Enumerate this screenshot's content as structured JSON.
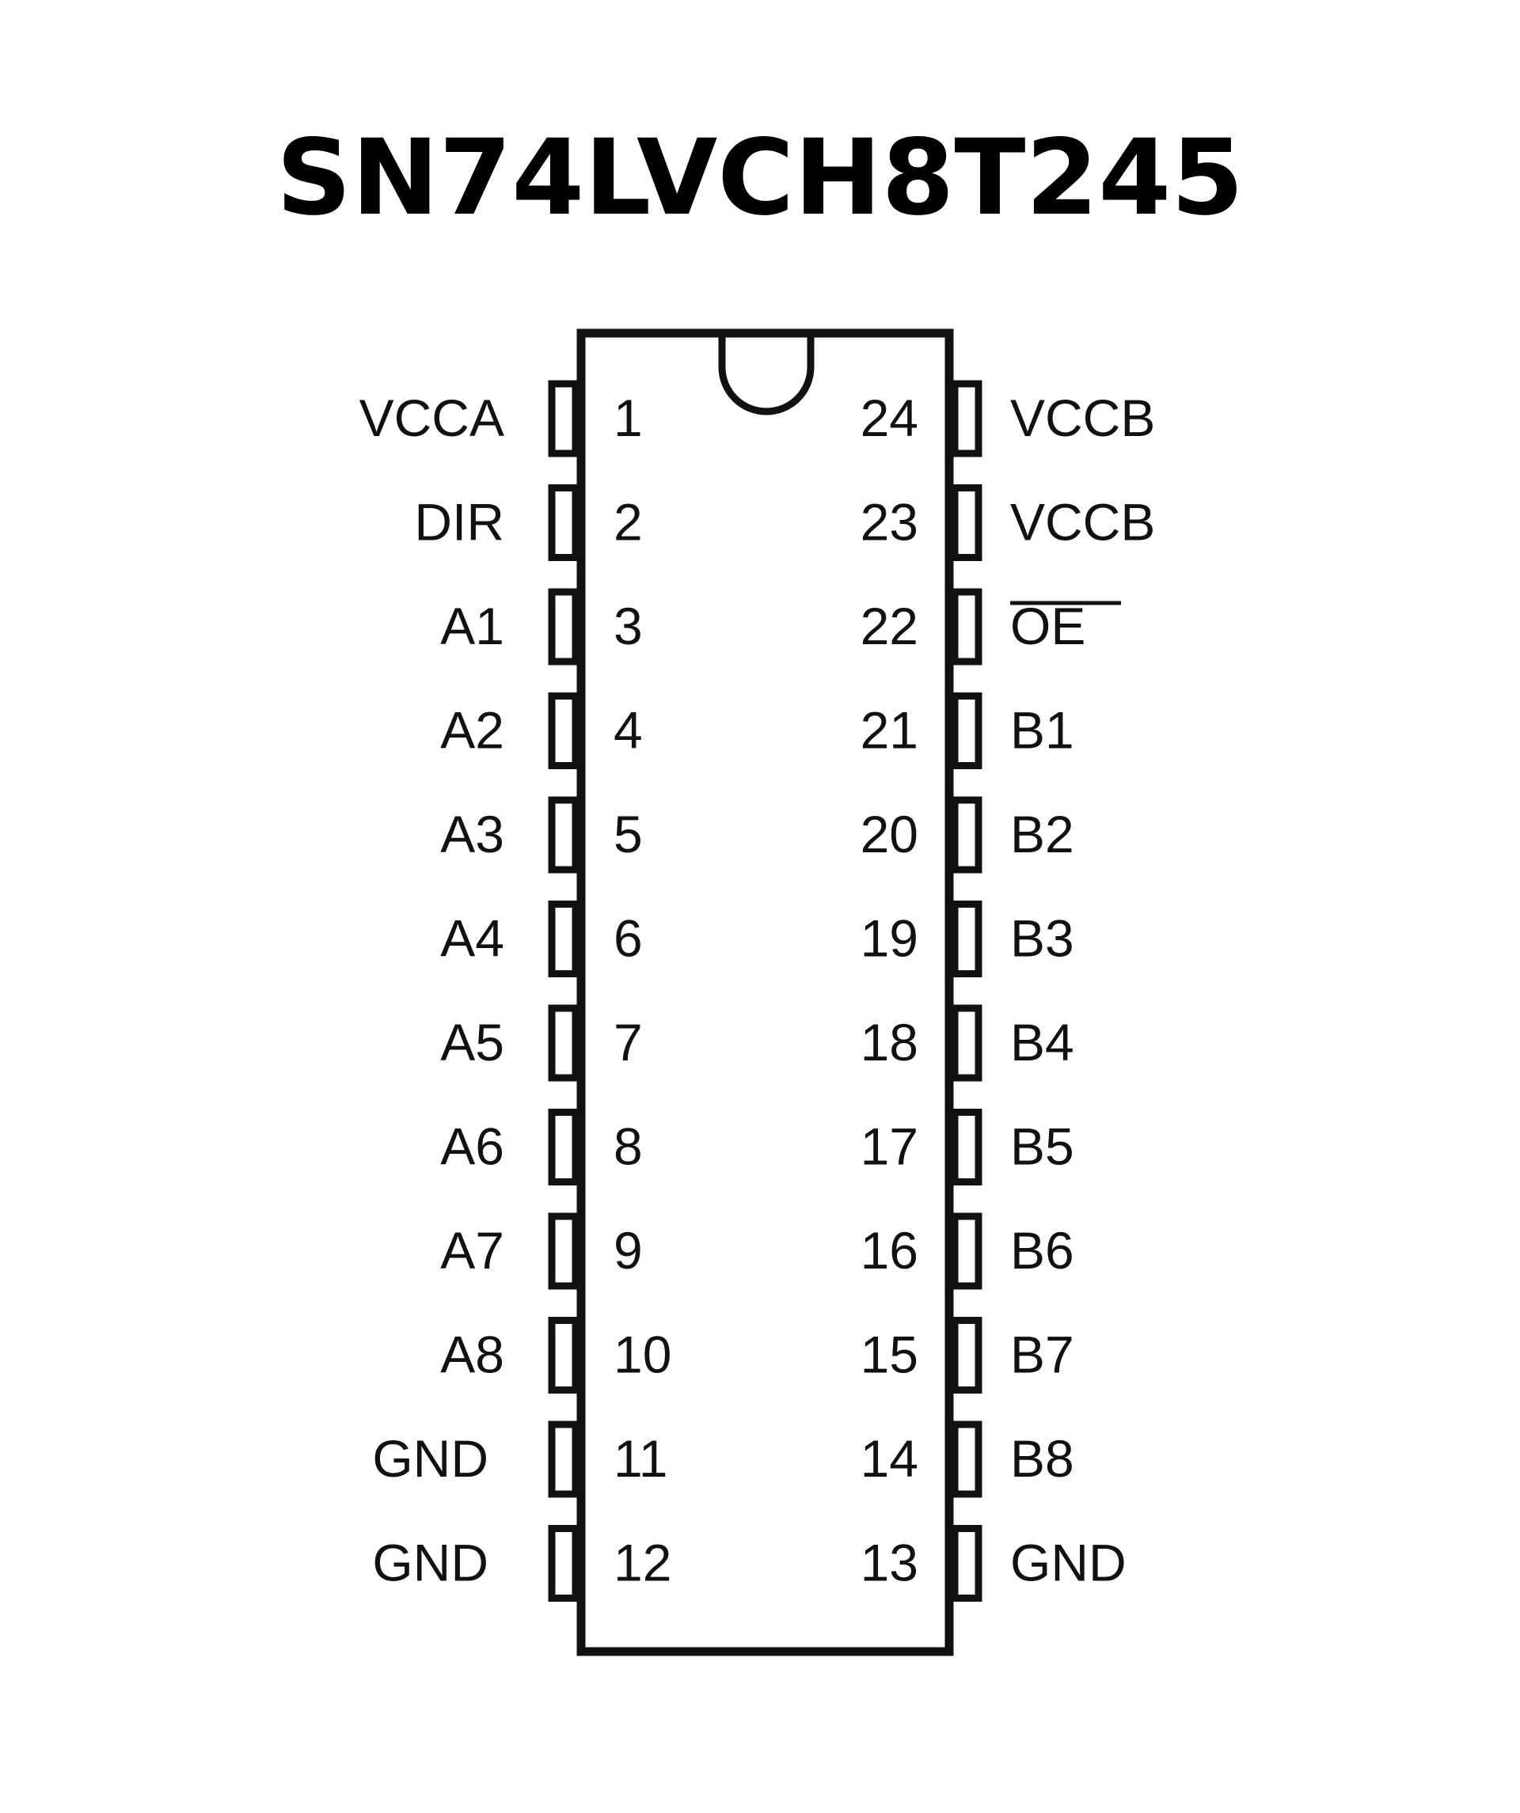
{
  "title": "SN74LVCH8T245",
  "colors": {
    "stroke": "#111111",
    "background": "#ffffff"
  },
  "left_pins": [
    {
      "number": "1",
      "label": "VCCA",
      "main": "V",
      "sub": "CCA"
    },
    {
      "number": "2",
      "label": "DIR"
    },
    {
      "number": "3",
      "label": "A1"
    },
    {
      "number": "4",
      "label": "A2"
    },
    {
      "number": "5",
      "label": "A3"
    },
    {
      "number": "6",
      "label": "A4"
    },
    {
      "number": "7",
      "label": "A5"
    },
    {
      "number": "8",
      "label": "A6"
    },
    {
      "number": "9",
      "label": "A7"
    },
    {
      "number": "10",
      "label": "A8"
    },
    {
      "number": "11",
      "label": "GND"
    },
    {
      "number": "12",
      "label": "GND"
    }
  ],
  "right_pins": [
    {
      "number": "24",
      "label": "VCCB",
      "main": "V",
      "sub": "CCB"
    },
    {
      "number": "23",
      "label": "VCCB",
      "main": "V",
      "sub": "CCB"
    },
    {
      "number": "22",
      "label": "OE",
      "overline": true
    },
    {
      "number": "21",
      "label": "B1"
    },
    {
      "number": "20",
      "label": "B2"
    },
    {
      "number": "19",
      "label": "B3"
    },
    {
      "number": "18",
      "label": "B4"
    },
    {
      "number": "17",
      "label": "B5"
    },
    {
      "number": "16",
      "label": "B6"
    },
    {
      "number": "15",
      "label": "B7"
    },
    {
      "number": "14",
      "label": "B8"
    },
    {
      "number": "13",
      "label": "GND"
    }
  ]
}
